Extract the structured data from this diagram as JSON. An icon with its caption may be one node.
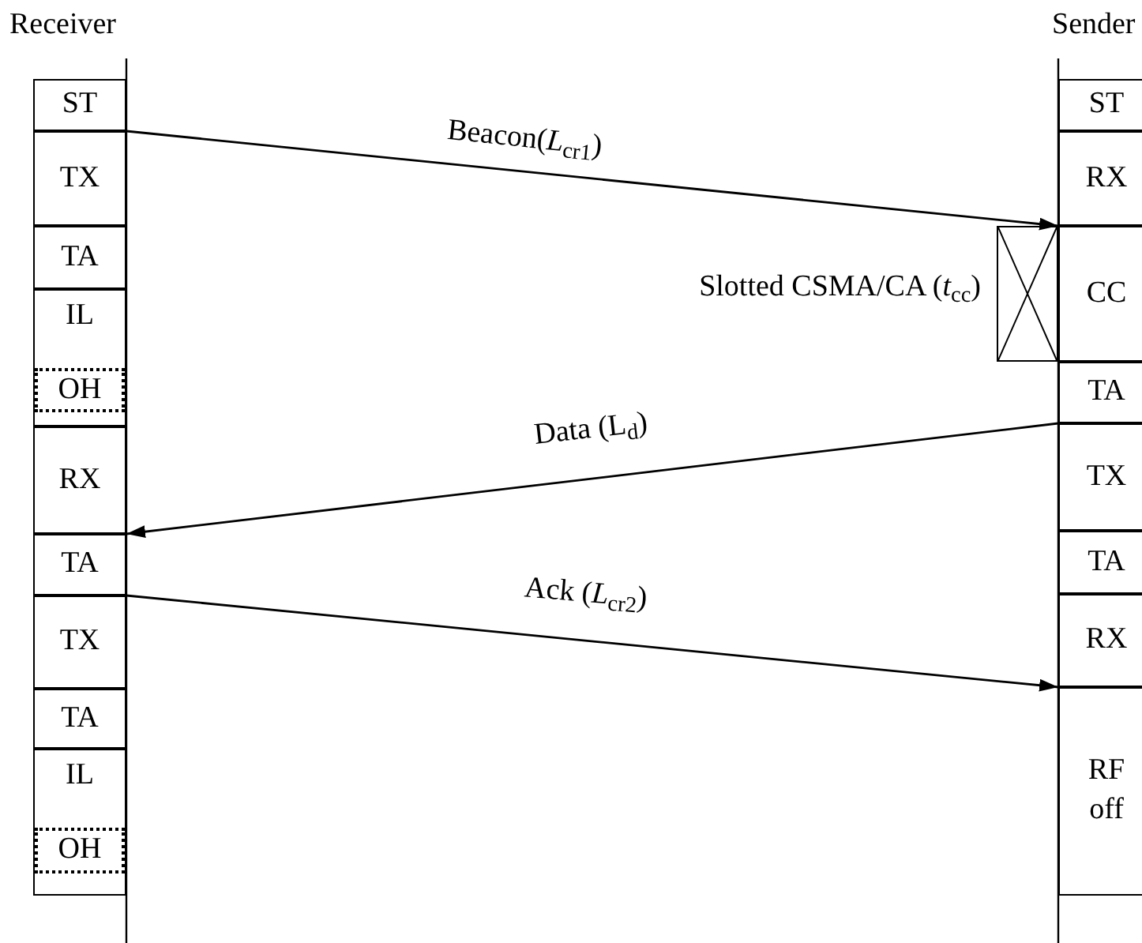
{
  "diagram": {
    "nodes": [
      {
        "text": [
          "ST"
        ]
      },
      {
        "text": [
          "TX"
        ]
      },
      {
        "text": [
          "TA"
        ]
      },
      {
        "text": [
          "IL"
        ]
      },
      {
        "text": [
          "OH"
        ],
        "in": 3
      },
      {
        "text": [
          "RX"
        ]
      },
      {
        "text": [
          "TA"
        ]
      },
      {
        "text": [
          "TX"
        ]
      },
      {
        "text": [
          "TA"
        ]
      },
      {
        "text": [
          "IL"
        ]
      },
      {
        "text": [
          "OH"
        ],
        "in": 9
      },
      {
        "text": [
          "ST"
        ]
      },
      {
        "text": [
          "RX"
        ]
      },
      {
        "text": [
          "CC"
        ]
      },
      {
        "text": [
          "TA"
        ]
      },
      {
        "text": [
          "TX"
        ]
      },
      {
        "text": [
          "TA"
        ]
      },
      {
        "text": [
          "RX"
        ]
      },
      {
        "text": [
          "RF off"
        ]
      },
      {
        "text": [],
        "shape": "box",
        "beside": [
          "Slotted CSMA/CA (*t*$_{cc}$)"
        ]
      }
    ],
    "edges": [
      {
        "from": 0,
        "to": 13,
        "arrow": "to",
        "label": "Beacon(*L*$_{cr1}$)"
      },
      {
        "from": 14,
        "to": 5,
        "arrow": "to",
        "label": "Data (L$_{d}$)"
      },
      {
        "from": 6,
        "to": 17,
        "arrow": "to",
        "label": "Ack (*L*$_{cr2}$)"
      }
    ],
    "labels": [
      "Receiver",
      "Sender"
    ]
  }
}
